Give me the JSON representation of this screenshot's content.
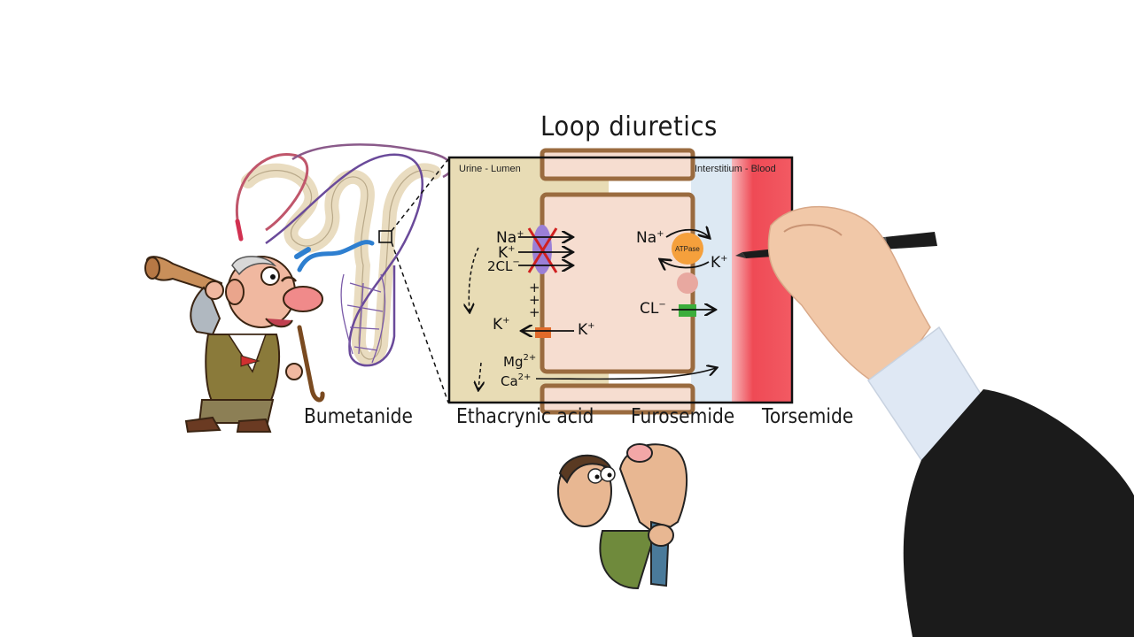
{
  "title": "Loop diuretics",
  "panel": {
    "lumen_label": "Urine - Lumen",
    "blood_label": "Interstitium - Blood",
    "atpase_label": "ATPase"
  },
  "ions": {
    "na": "Na",
    "k": "K",
    "cl2": "2CL",
    "cl": "CL",
    "mg": "Mg",
    "ca": "Ca",
    "plus": "+",
    "minus": "−",
    "two_plus": "2+"
  },
  "drugs": [
    "Bumetanide",
    "Ethacrynic acid",
    "Furosemide",
    "Torsemide"
  ],
  "colors": {
    "lumen": "#e8dcb5",
    "cell": "#f6ddd0",
    "cell_border": "#9a6b3f",
    "interstitium": "#dde9f3",
    "blood": "#ef4a55",
    "nkcc": "#9b7fd6",
    "atpase": "#f5a03c",
    "channel_green": "#3cae3c",
    "channel_orange": "#e06a2a"
  }
}
